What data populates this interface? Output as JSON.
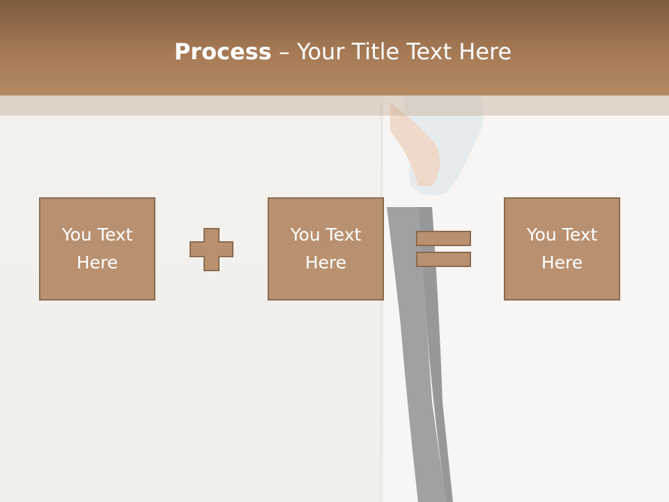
{
  "slide": {
    "title_bold": "Process",
    "title_rest": " – Your Title Text Here"
  },
  "process": {
    "boxes": [
      {
        "text": "You Text Here"
      },
      {
        "text": "You Text Here"
      },
      {
        "text": "You Text Here"
      }
    ],
    "operators": [
      "plus-icon",
      "equals-icon"
    ]
  },
  "colors": {
    "header_top": "#7e5b3f",
    "header_bottom": "#b28963",
    "box_fill": "#b99170",
    "box_border": "#8a6a4e",
    "text": "#ffffff"
  }
}
